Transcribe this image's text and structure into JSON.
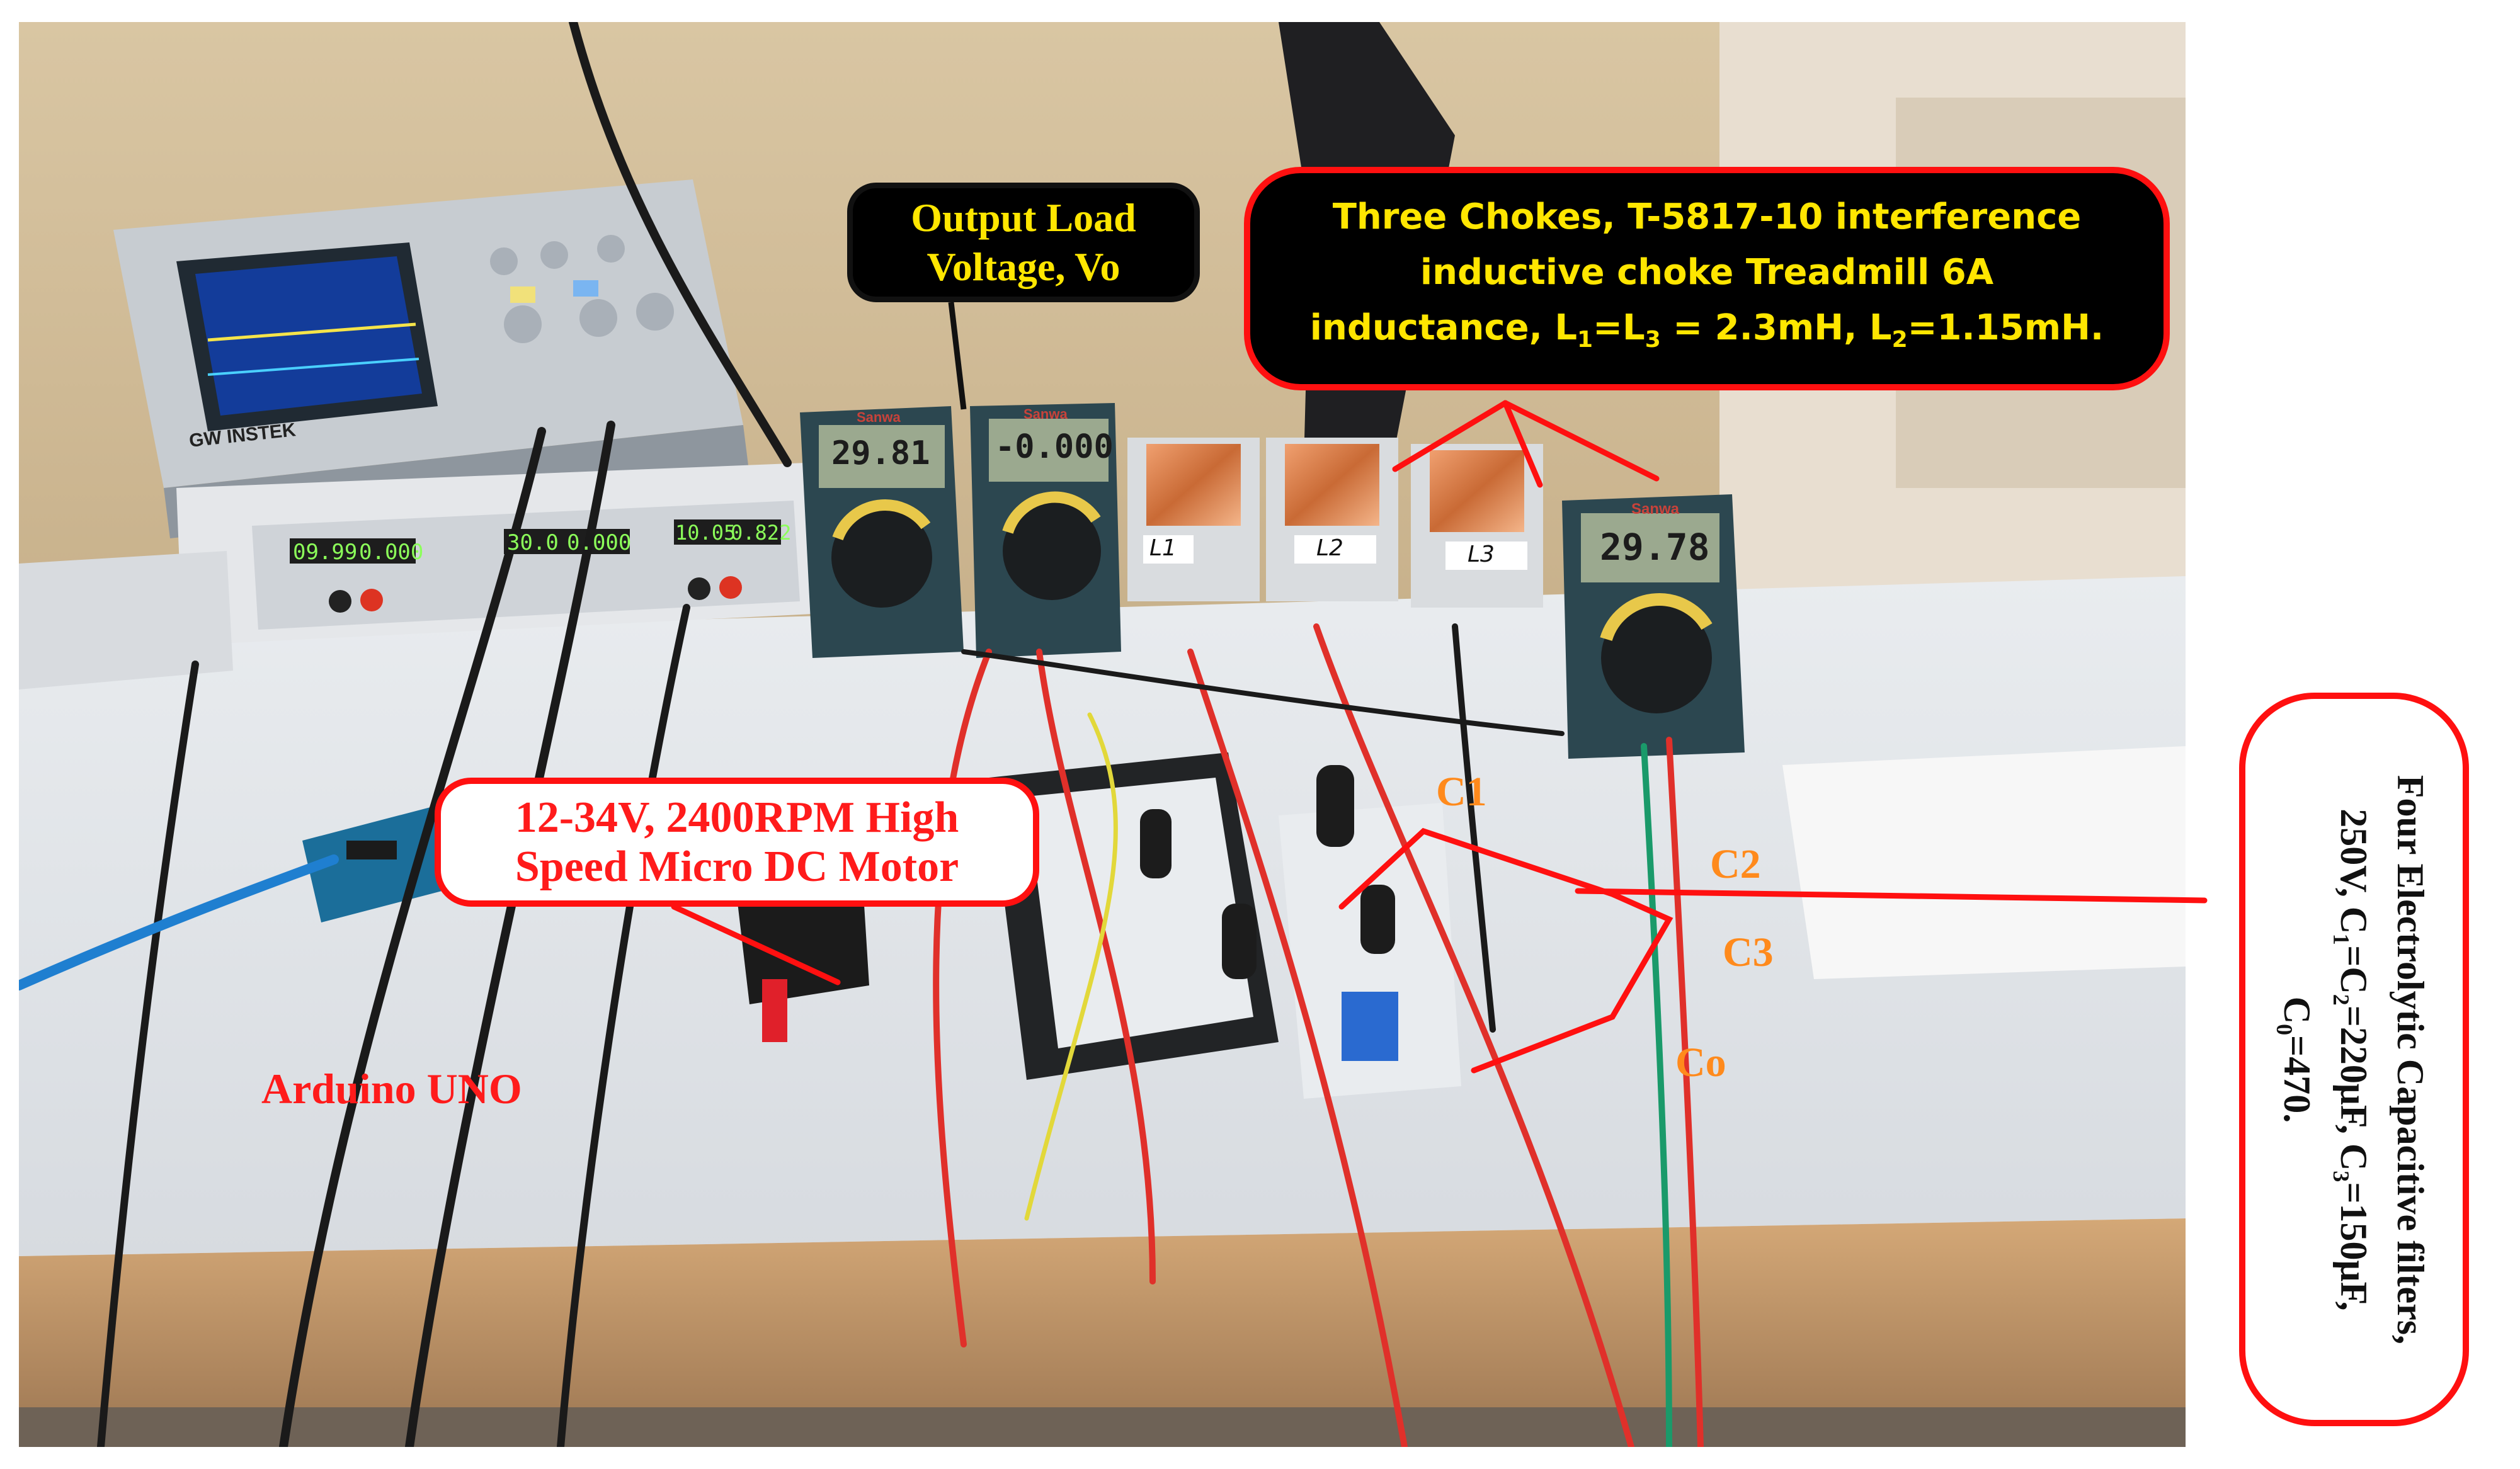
{
  "callouts": {
    "output_voltage": "Output Load\nVoltage, Vo",
    "chokes_line1": "Three Chokes, T-5817-10 interference",
    "chokes_line2": "inductive choke Treadmill 6A",
    "chokes_line3_a": "inductance, L",
    "chokes_sub1": "1",
    "chokes_eq1": "=L",
    "chokes_sub3": "3",
    "chokes_val1": " = 2.3mH, L",
    "chokes_sub2": "2",
    "chokes_val2": "=1.15mH.",
    "motor_line1": "12-34V, 2400RPM High",
    "motor_line2": "Speed Micro DC Motor",
    "filters_line1": "Four Electrolytic Capacitive filters,",
    "filters_line2": "250V, C₁=C₂=220μF, C₃=150μF,",
    "filters_line3": "C₀=470."
  },
  "labels": {
    "arduino": "Arduino UNO",
    "c1": "C1",
    "c2": "C2",
    "c3": "C3",
    "co": "Co",
    "l1": "L1",
    "l2": "L2",
    "l3": "L3"
  },
  "readouts": {
    "meter1": "29.81",
    "meter2": "-0.000",
    "meter3": "29.78",
    "psu1_v": "09.99",
    "psu1_a": "0.000",
    "psu2_v": "30.0",
    "psu2_a": "0.000",
    "psu3_v": "10.05",
    "psu3_a": "0.822"
  },
  "brands": {
    "oscilloscope": "GW INSTEK",
    "meter": "Sanwa"
  },
  "colors": {
    "callout_border": "#ff1010",
    "callout_bg": "#ffffff",
    "callout_dark_bg": "#000000",
    "yellow_text": "#ffe600",
    "red_text": "#ff1b1b",
    "orange_text": "#ff8a1c"
  }
}
